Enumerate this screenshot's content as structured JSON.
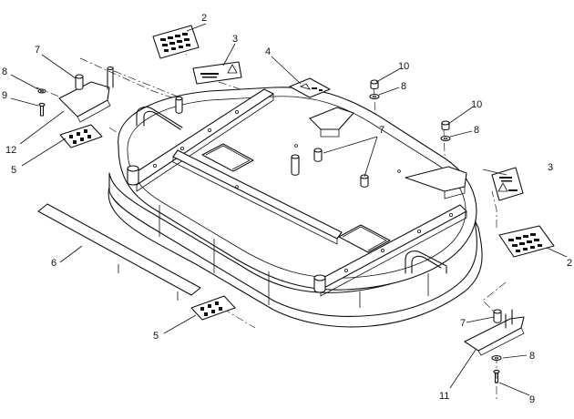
{
  "callouts": [
    {
      "id": "c2a",
      "label": "2"
    },
    {
      "id": "c3a",
      "label": "3"
    },
    {
      "id": "c4",
      "label": "4"
    },
    {
      "id": "c7a",
      "label": "7"
    },
    {
      "id": "c8a",
      "label": "8"
    },
    {
      "id": "c9a",
      "label": "9"
    },
    {
      "id": "c12",
      "label": "12"
    },
    {
      "id": "c5a",
      "label": "5"
    },
    {
      "id": "c10a",
      "label": "10"
    },
    {
      "id": "c8b",
      "label": "8"
    },
    {
      "id": "c10b",
      "label": "10"
    },
    {
      "id": "c8c",
      "label": "8"
    },
    {
      "id": "c7b",
      "label": "7"
    },
    {
      "id": "c3b",
      "label": "3"
    },
    {
      "id": "c2b",
      "label": "2"
    },
    {
      "id": "c6",
      "label": "6"
    },
    {
      "id": "c5b",
      "label": "5"
    },
    {
      "id": "c7c",
      "label": "7"
    },
    {
      "id": "c8d",
      "label": "8"
    },
    {
      "id": "c11",
      "label": "11"
    },
    {
      "id": "c9b",
      "label": "9"
    }
  ]
}
